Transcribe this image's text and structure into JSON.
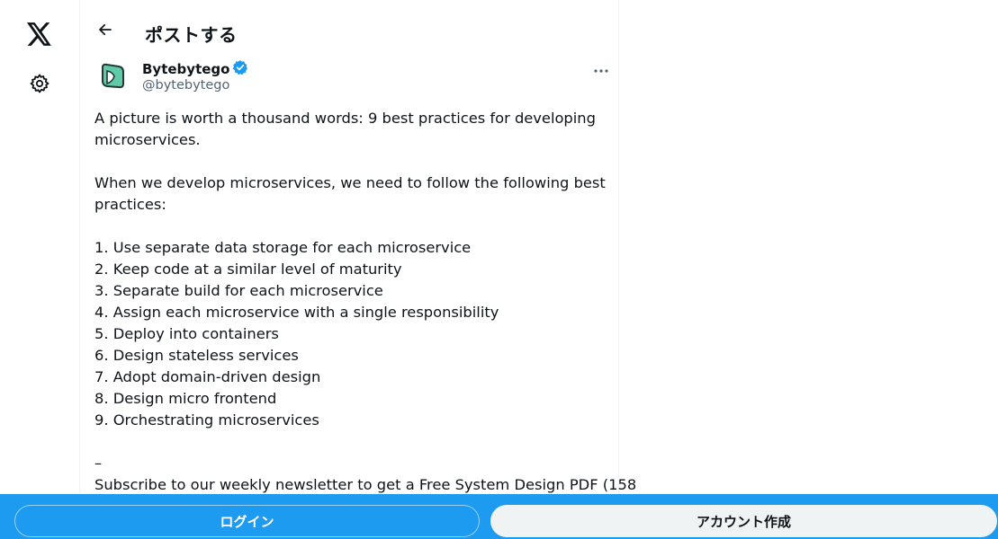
{
  "nav": {
    "logo_icon": "x-logo-icon",
    "settings_icon": "gear-icon"
  },
  "header": {
    "back_icon": "arrow-left-icon",
    "title": "ポストする"
  },
  "author": {
    "name": "Bytebytego",
    "handle": "@bytebytego",
    "verified_icon": "verified-badge-icon",
    "more_icon": "more-dots-icon"
  },
  "tweet": {
    "lines": [
      "A picture is worth a thousand words: 9 best practices for developing",
      "microservices.",
      "",
      "When we develop microservices, we need to follow the following best",
      "practices:",
      "",
      "1. Use separate data storage for each microservice",
      "2. Keep code at a similar level of maturity",
      "3. Separate build for each microservice",
      "4. Assign each microservice with a single responsibility",
      "5. Deploy into containers",
      "6. Design stateless services",
      "7. Adopt domain-driven design",
      "8. Design micro frontend",
      "9. Orchestrating microservices",
      "",
      "–",
      "Subscribe to our weekly newsletter to get a Free System Design PDF (158"
    ]
  },
  "bottom_bar": {
    "login_label": "ログイン",
    "signup_label": "アカウント作成"
  },
  "colors": {
    "accent": "#1d9bf0",
    "text": "#0f1419",
    "secondary": "#536471"
  }
}
